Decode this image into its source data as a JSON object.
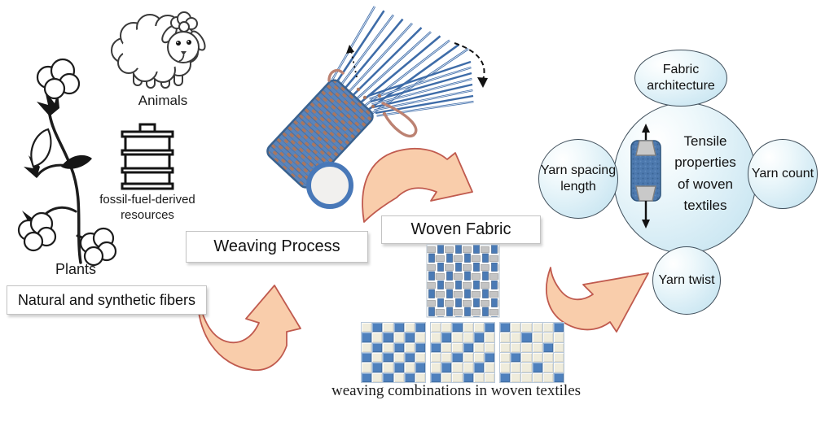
{
  "left_panel": {
    "plants_label": "Plants",
    "animals_label": "Animals",
    "fossil_label": "fossil-fuel-derived resources",
    "illustrations": [
      "cotton-plant-icon",
      "sheep-icon",
      "oil-drum-icon"
    ]
  },
  "flow": {
    "fibers_box": "Natural and synthetic fibers",
    "weaving_box": "Weaving Process",
    "woven_box": "Woven Fabric",
    "caption": "weaving combinations in woven textiles",
    "illustrations": [
      "loom-icon",
      "woven-fabric-swatch",
      "curved-arrow-icon"
    ]
  },
  "bubble_diagram": {
    "center": "Tensile properties of woven textiles",
    "top": "Fabric architecture",
    "left": "Yarn spacing length",
    "right": "Yarn count",
    "bottom": "Yarn twist",
    "illustrations": [
      "tensile-specimen-icon"
    ]
  },
  "weave_patterns": {
    "cell_on_color": "#4f81bd",
    "cell_off_color": "#efecdc",
    "grids": [
      {
        "name": "plain-weave",
        "rows": [
          [
            0,
            1,
            0,
            1,
            0,
            1
          ],
          [
            1,
            0,
            1,
            0,
            1,
            0
          ],
          [
            0,
            1,
            0,
            1,
            0,
            1
          ],
          [
            1,
            0,
            1,
            0,
            1,
            0
          ],
          [
            0,
            1,
            0,
            1,
            0,
            1
          ],
          [
            1,
            0,
            1,
            0,
            1,
            0
          ]
        ]
      },
      {
        "name": "twill-weave",
        "rows": [
          [
            0,
            0,
            1,
            0,
            0,
            1
          ],
          [
            0,
            1,
            0,
            0,
            1,
            0
          ],
          [
            1,
            0,
            0,
            1,
            0,
            0
          ],
          [
            0,
            0,
            1,
            0,
            0,
            1
          ],
          [
            0,
            1,
            0,
            0,
            1,
            0
          ],
          [
            1,
            0,
            0,
            1,
            0,
            0
          ]
        ]
      },
      {
        "name": "satin-weave",
        "rows": [
          [
            1,
            0,
            0,
            0,
            0,
            1
          ],
          [
            0,
            0,
            1,
            0,
            0,
            0
          ],
          [
            0,
            0,
            0,
            0,
            1,
            0
          ],
          [
            0,
            1,
            0,
            0,
            0,
            0
          ],
          [
            0,
            0,
            0,
            1,
            0,
            0
          ],
          [
            1,
            0,
            0,
            0,
            0,
            1
          ]
        ]
      }
    ]
  },
  "colors": {
    "arrow_fill": "#f9cdab",
    "arrow_stroke": "#c05a4e",
    "bubble_fill": "#d6ecf5",
    "bubble_stroke": "#41505c",
    "weave_blue": "#4f81bd",
    "weave_cream": "#efecdc",
    "loom_fabric_blue": "#5b84ba",
    "loom_weft_brown": "#a9765f",
    "swatch_gray": "#c4c4c4",
    "specimen_blue": "#4d79ae"
  }
}
